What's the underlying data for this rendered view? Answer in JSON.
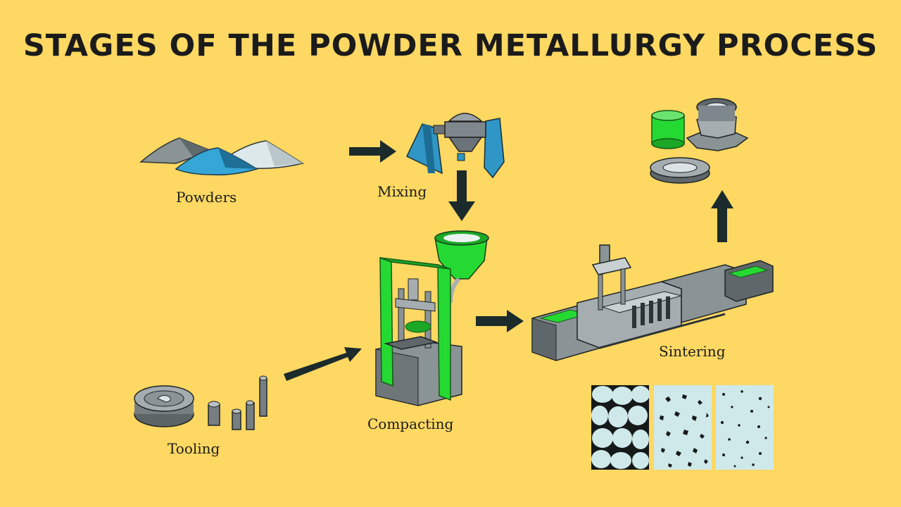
{
  "title": "STAGES OF THE POWDER METALLURGY PROCESS",
  "stages": {
    "powders": "Powders",
    "mixing": "Mixing",
    "tooling": "Tooling",
    "compacting": "Compacting",
    "sintering": "Sintering"
  },
  "colors": {
    "background": "#fdd862",
    "accent_green": "#25d933",
    "metal_gray": "#8d9396",
    "powder_blue": "#36a6d6",
    "arrow": "#1b2b2b",
    "microstructure": "#cfe9ea"
  }
}
